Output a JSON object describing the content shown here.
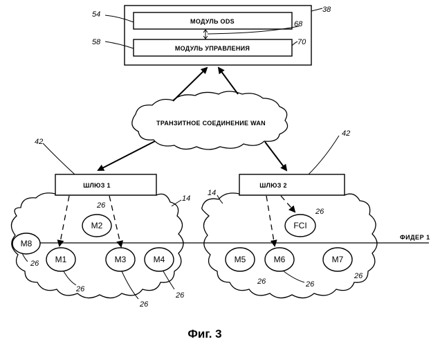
{
  "server": {
    "ods_module": "МОДУЛЬ ODS",
    "control_module": "МОДУЛЬ УПРАВЛЕНИЯ"
  },
  "wan": "ТРАНЗИТНОЕ СОЕДИНЕНИЕ WAN",
  "gateways": [
    "ШЛЮЗ  1",
    "ШЛЮЗ  2"
  ],
  "feeder": "ФИДЕР  1",
  "nodes": {
    "m2": "M2",
    "m8": "M8",
    "m1": "M1",
    "m3": "M3",
    "m4": "M4",
    "fci": "FCI",
    "m5": "M5",
    "m6": "M6",
    "m7": "M7"
  },
  "refs": {
    "r54": "54",
    "r38": "38",
    "r68": "68",
    "r58": "58",
    "r70": "70",
    "r42a": "42",
    "r42b": "42",
    "r14a": "14",
    "r14b": "14",
    "r26_m2": "26",
    "r26_m8": "26",
    "r26_m1": "26",
    "r26_m3": "26",
    "r26_m4": "26",
    "r26_fci": "26",
    "r26_m5": "26",
    "r26_m6": "26",
    "r26_m7": "26"
  },
  "caption": "Фиг. 3"
}
